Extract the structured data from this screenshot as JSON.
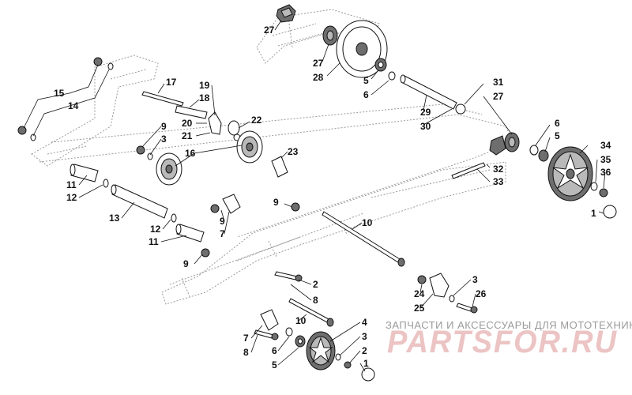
{
  "watermark": {
    "caption": "ЗАПЧАСТИ И АКСЕССУАРЫ ДЛЯ МОТОТЕХНИКИ",
    "logo": "PARTSFOR.RU"
  },
  "callouts": [
    {
      "id": "c27a",
      "label": "27"
    },
    {
      "id": "c27b",
      "label": "27"
    },
    {
      "id": "c28",
      "label": "28"
    },
    {
      "id": "c5a",
      "label": "5"
    },
    {
      "id": "c6a",
      "label": "6"
    },
    {
      "id": "c29",
      "label": "29"
    },
    {
      "id": "c30",
      "label": "30"
    },
    {
      "id": "c31",
      "label": "31"
    },
    {
      "id": "c27c",
      "label": "27"
    },
    {
      "id": "c6b",
      "label": "6"
    },
    {
      "id": "c5b",
      "label": "5"
    },
    {
      "id": "c34",
      "label": "34"
    },
    {
      "id": "c35",
      "label": "35"
    },
    {
      "id": "c36",
      "label": "36"
    },
    {
      "id": "c1a",
      "label": "1"
    },
    {
      "id": "c32",
      "label": "32"
    },
    {
      "id": "c33",
      "label": "33"
    },
    {
      "id": "c15",
      "label": "15"
    },
    {
      "id": "c14",
      "label": "14"
    },
    {
      "id": "c17",
      "label": "17"
    },
    {
      "id": "c18",
      "label": "18"
    },
    {
      "id": "c19",
      "label": "19"
    },
    {
      "id": "c20",
      "label": "20"
    },
    {
      "id": "c21",
      "label": "21"
    },
    {
      "id": "c22",
      "label": "22"
    },
    {
      "id": "c9a",
      "label": "9"
    },
    {
      "id": "c3a",
      "label": "3"
    },
    {
      "id": "c16",
      "label": "16"
    },
    {
      "id": "c23",
      "label": "23"
    },
    {
      "id": "c11a",
      "label": "11"
    },
    {
      "id": "c12a",
      "label": "12"
    },
    {
      "id": "c13",
      "label": "13"
    },
    {
      "id": "c12b",
      "label": "12"
    },
    {
      "id": "c11b",
      "label": "11"
    },
    {
      "id": "c9b",
      "label": "9"
    },
    {
      "id": "c9c",
      "label": "9"
    },
    {
      "id": "c7a",
      "label": "7"
    },
    {
      "id": "c10a",
      "label": "10"
    },
    {
      "id": "c9d",
      "label": "9"
    },
    {
      "id": "c2a",
      "label": "2"
    },
    {
      "id": "c8a",
      "label": "8"
    },
    {
      "id": "c10b",
      "label": "10"
    },
    {
      "id": "c24",
      "label": "24"
    },
    {
      "id": "c25",
      "label": "25"
    },
    {
      "id": "c3b",
      "label": "3"
    },
    {
      "id": "c26",
      "label": "26"
    },
    {
      "id": "c7b",
      "label": "7"
    },
    {
      "id": "c8b",
      "label": "8"
    },
    {
      "id": "c6c",
      "label": "6"
    },
    {
      "id": "c5c",
      "label": "5"
    },
    {
      "id": "c4",
      "label": "4"
    },
    {
      "id": "c3c",
      "label": "3"
    },
    {
      "id": "c2b",
      "label": "2"
    },
    {
      "id": "c1b",
      "label": "1"
    }
  ]
}
